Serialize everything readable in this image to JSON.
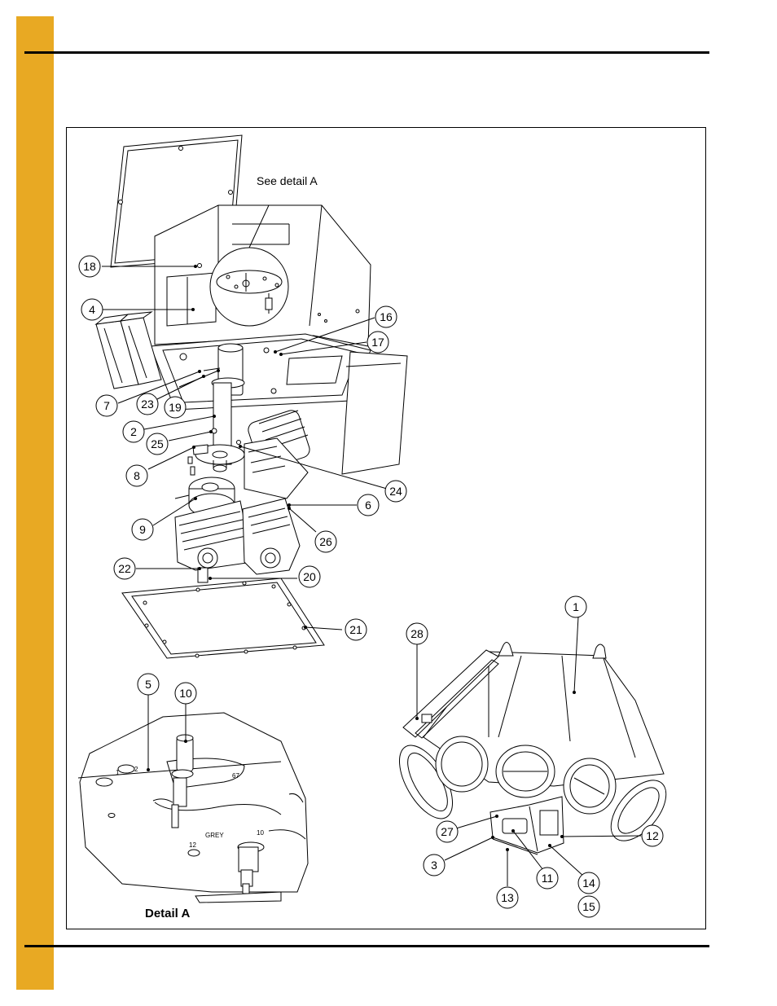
{
  "page": {
    "accent_color": "#e8a923",
    "border_color": "#000000"
  },
  "diagram": {
    "see_detail_label": "See detail A",
    "detail_label": "Detail A",
    "detail_marks": [
      "1",
      "2",
      "12",
      "GREY",
      "67",
      "10"
    ],
    "callouts": [
      "1",
      "2",
      "3",
      "4",
      "5",
      "6",
      "7",
      "8",
      "9",
      "10",
      "11",
      "12",
      "13",
      "14",
      "15",
      "16",
      "17",
      "18",
      "19",
      "20",
      "21",
      "22",
      "23",
      "24",
      "25",
      "26",
      "27",
      "28"
    ]
  }
}
